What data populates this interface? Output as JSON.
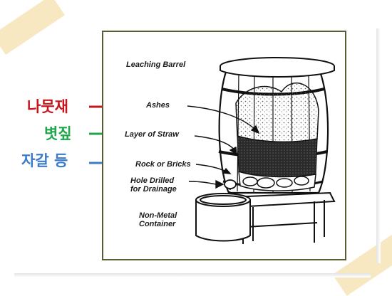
{
  "diagram": {
    "labels": {
      "leaching_barrel": "Leaching Barrel",
      "ashes": "Ashes",
      "layer_of_straw": "Layer of Straw",
      "rock_or_bricks": "Rock or Bricks",
      "hole_line1": "Hole Drilled",
      "hole_line2": "for Drainage",
      "container_line1": "Non-Metal",
      "container_line2": "Container"
    },
    "korean": {
      "ashes": "나뭇재",
      "straw": "볏짚",
      "gravel": "자갈 등"
    }
  },
  "colors": {
    "ashes_annotation": "#c4161c",
    "straw_annotation": "#1fa64a",
    "gravel_annotation": "#3d7cc9",
    "frame_border": "#5c5c32"
  }
}
